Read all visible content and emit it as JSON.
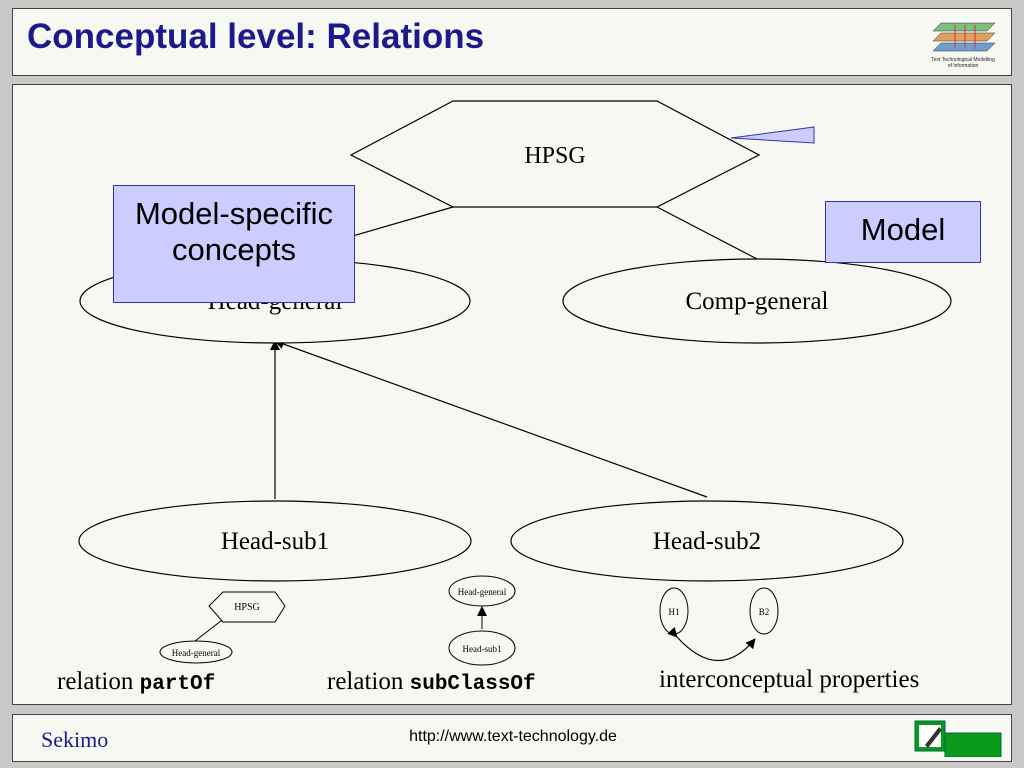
{
  "header": {
    "title": "Conceptual level: Relations",
    "logo_text": "Text Technological Modelling of Information"
  },
  "diagram": {
    "root": "HPSG",
    "children": [
      "Head-general",
      "Comp-general"
    ],
    "subclasses": [
      "Head-sub1",
      "Head-sub2"
    ],
    "callouts": {
      "model_specific": [
        "Model-specific",
        "concepts"
      ],
      "model": "Model"
    }
  },
  "legend": {
    "partof": {
      "parent": "HPSG",
      "child": "Head-general",
      "caption_prefix": "relation",
      "caption_code": "partOf"
    },
    "subclassof": {
      "parent": "Head-general",
      "child": "Head-sub1",
      "caption_prefix": "relation",
      "caption_code": "subClassOf"
    },
    "interconceptual": {
      "left": "H1",
      "right": "B2",
      "caption": "interconceptual properties"
    }
  },
  "footer": {
    "left": "Sekimo",
    "url": "http://www.text-technology.de"
  },
  "colors": {
    "title": "#1a1a8c",
    "callout_fill": "#ccccff",
    "callout_border": "#3333aa",
    "panel_bg": "#f8f8f2",
    "logo_green": "#0a9a1a"
  }
}
